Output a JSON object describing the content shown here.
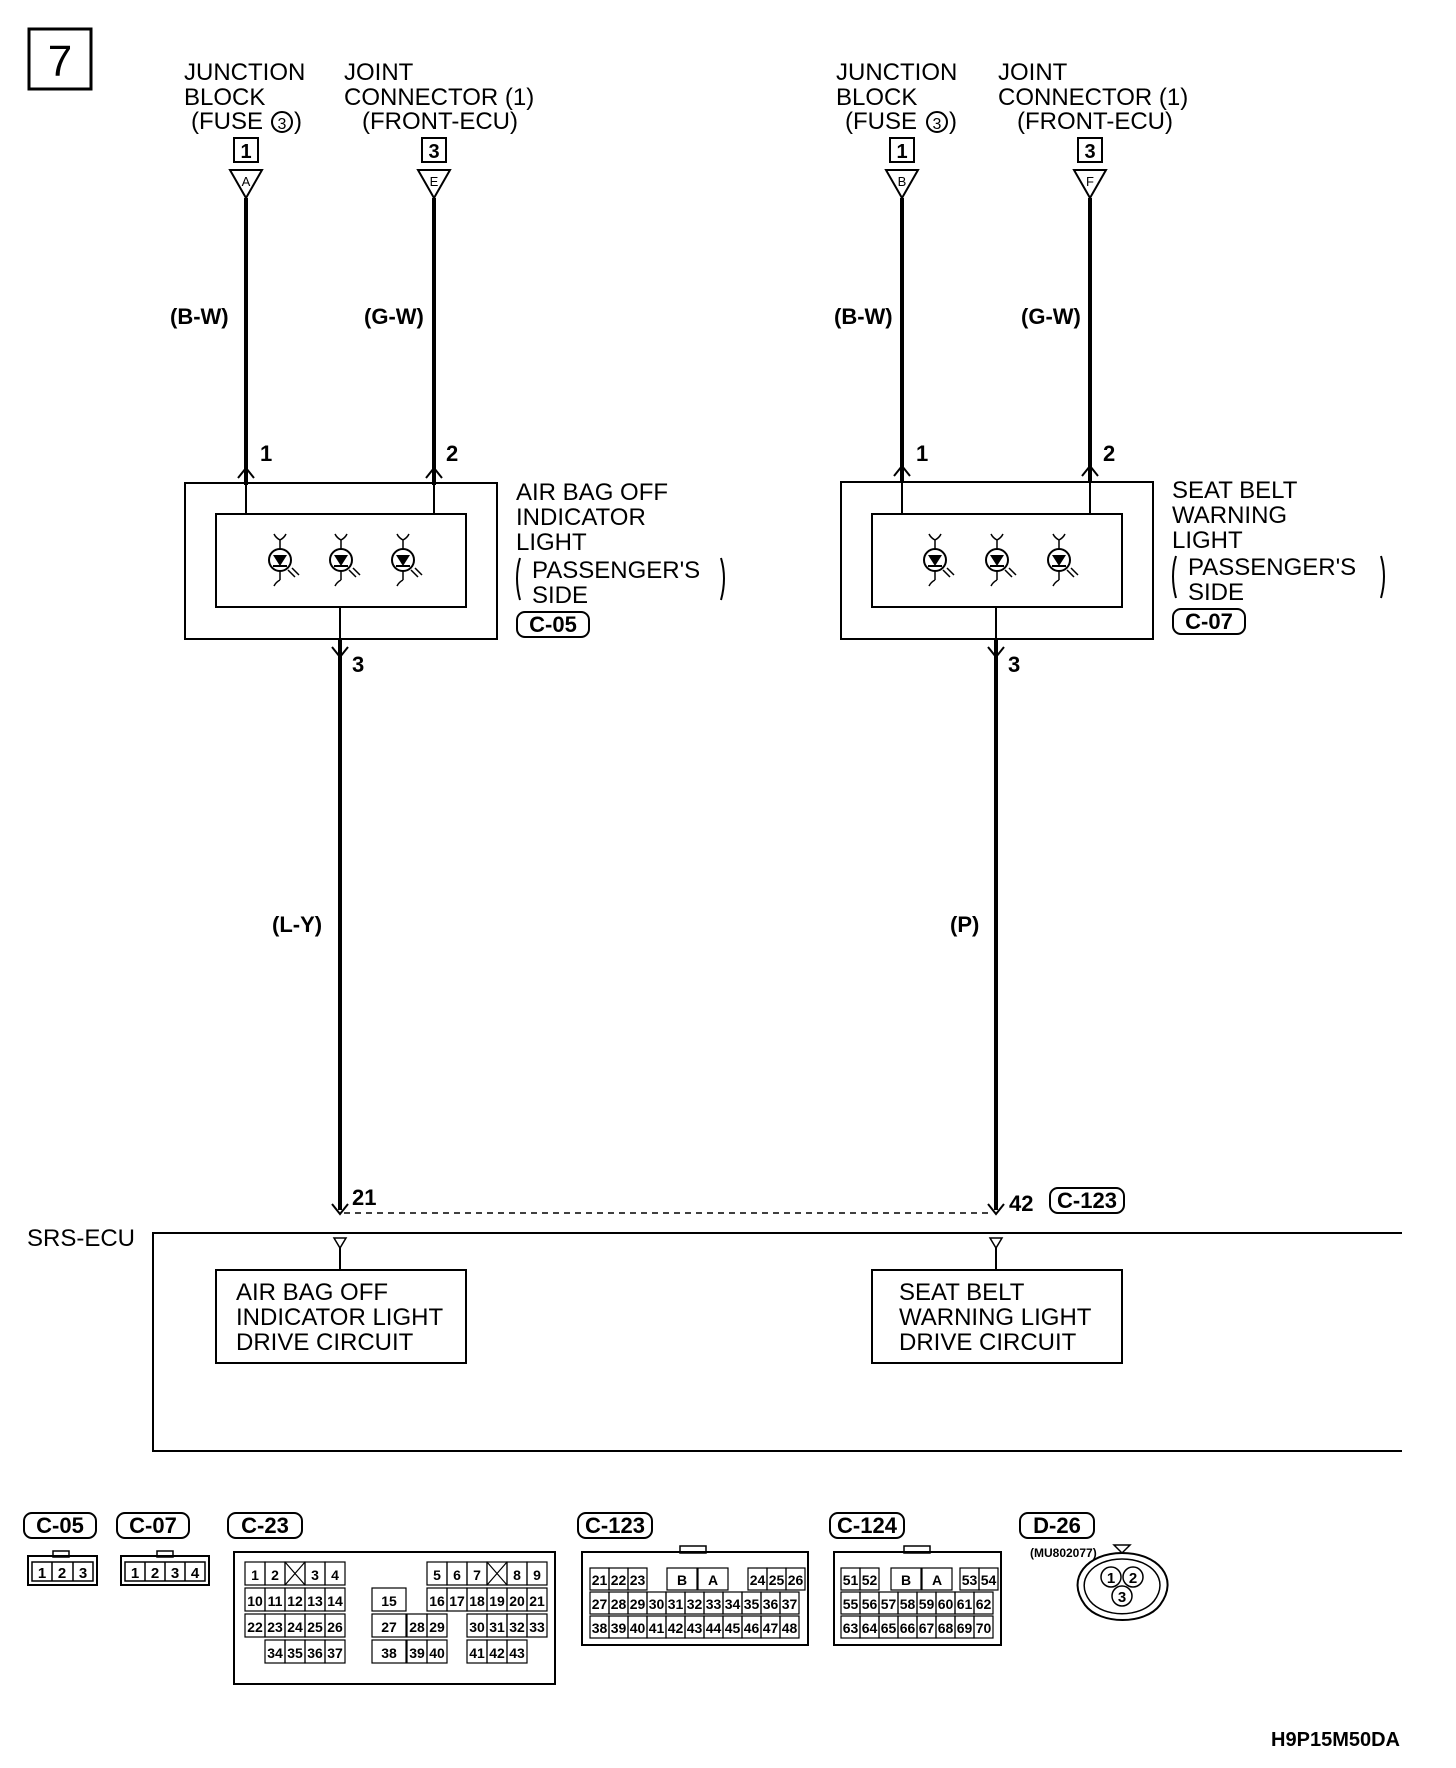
{
  "page_number": "7",
  "left": {
    "feed_a": {
      "title": [
        "JUNCTION",
        "BLOCK",
        "(FUSE"
      ],
      "fuse": "3",
      "close": ")",
      "pin": "1",
      "tag": "A"
    },
    "feed_b": {
      "title": [
        "JOINT",
        "CONNECTOR (1)",
        "(FRONT-ECU)"
      ],
      "pin": "3",
      "tag": "E"
    },
    "wire_a": "(B-W)",
    "wire_b": "(G-W)",
    "pin_in_1": "1",
    "pin_in_2": "2",
    "component": [
      "AIR BAG OFF",
      "INDICATOR",
      "LIGHT"
    ],
    "side": [
      "PASSENGER'S",
      "SIDE"
    ],
    "connector": "C-05",
    "pin_out": "3",
    "wire_out": "(L-Y)",
    "ecu_pin": "21",
    "circuit": [
      "AIR BAG OFF",
      "INDICATOR LIGHT",
      "DRIVE CIRCUIT"
    ]
  },
  "right": {
    "feed_a": {
      "title": [
        "JUNCTION",
        "BLOCK",
        "(FUSE"
      ],
      "fuse": "3",
      "close": ")",
      "pin": "1",
      "tag": "B"
    },
    "feed_b": {
      "title": [
        "JOINT",
        "CONNECTOR (1)",
        "(FRONT-ECU)"
      ],
      "pin": "3",
      "tag": "F"
    },
    "wire_a": "(B-W)",
    "wire_b": "(G-W)",
    "pin_in_1": "1",
    "pin_in_2": "2",
    "component": [
      "SEAT BELT",
      "WARNING",
      "LIGHT"
    ],
    "side": [
      "PASSENGER'S",
      "SIDE"
    ],
    "connector": "C-07",
    "pin_out": "3",
    "wire_out": "(P)",
    "ecu_pin": "42",
    "ecu_connector": "C-123",
    "circuit": [
      "SEAT BELT",
      "WARNING LIGHT",
      "DRIVE CIRCUIT"
    ]
  },
  "ecu_label": "SRS-ECU",
  "connector_views": {
    "c05": {
      "name": "C-05",
      "pins": [
        "1",
        "2",
        "3"
      ]
    },
    "c07": {
      "name": "C-07",
      "pins": [
        "1",
        "2",
        "3",
        "4"
      ]
    },
    "c23": {
      "name": "C-23",
      "rows": [
        [
          "1",
          "2",
          "X",
          "3",
          "4",
          "",
          "",
          "",
          "5",
          "6",
          "7",
          "X",
          "8",
          "9"
        ],
        [
          "10",
          "11",
          "12",
          "13",
          "14",
          "15",
          "16",
          "17",
          "18",
          "19",
          "20",
          "21"
        ],
        [
          "22",
          "23",
          "24",
          "25",
          "26",
          "27",
          "28",
          "29",
          "30",
          "31",
          "32",
          "33"
        ],
        [
          "34",
          "35",
          "36",
          "37",
          "38",
          "39",
          "40",
          "41",
          "42",
          "43"
        ]
      ]
    },
    "c123": {
      "name": "C-123",
      "rows": [
        [
          "21",
          "22",
          "23",
          "B",
          "A",
          "24",
          "25",
          "26"
        ],
        [
          "27",
          "28",
          "29",
          "30",
          "31",
          "32",
          "33",
          "34",
          "35",
          "36",
          "37"
        ],
        [
          "38",
          "39",
          "40",
          "41",
          "42",
          "43",
          "44",
          "45",
          "46",
          "47",
          "48"
        ]
      ]
    },
    "c124": {
      "name": "C-124",
      "rows": [
        [
          "51",
          "52",
          "B",
          "A",
          "53",
          "54"
        ],
        [
          "55",
          "56",
          "57",
          "58",
          "59",
          "60",
          "61",
          "62"
        ],
        [
          "63",
          "64",
          "65",
          "66",
          "67",
          "68",
          "69",
          "70"
        ]
      ]
    },
    "d26": {
      "name": "D-26",
      "part": "(MU802077)",
      "pins": [
        "1",
        "2",
        "3"
      ]
    }
  },
  "figure_code": "H9P15M50DA"
}
